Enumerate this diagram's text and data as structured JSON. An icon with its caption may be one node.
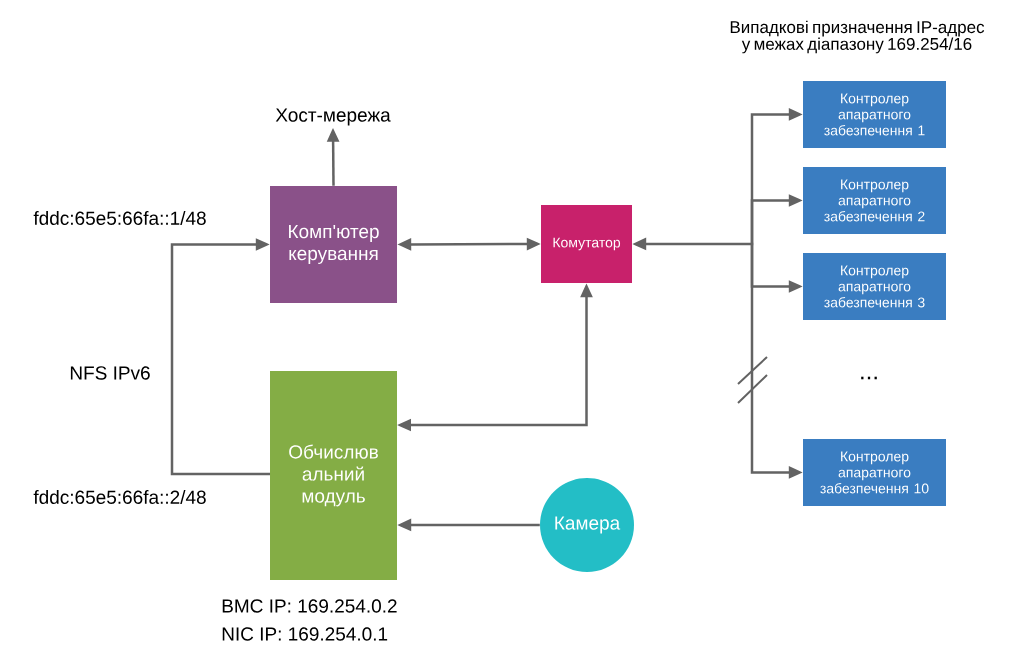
{
  "diagram": {
    "nodes": [
      {
        "text": [
          "Хост-мережа"
        ]
      },
      {
        "text": [
          "Комп'ютер керування"
        ]
      },
      {
        "text": [
          "Комутатор"
        ]
      },
      {
        "text": [
          "Обчислюв альний модуль"
        ],
        "beside": [
          "BMC IP: 169.254.0.2",
          "NIC IP: 169.254.0.1"
        ]
      },
      {
        "text": [
          "Камера"
        ]
      },
      {
        "text": [
          "Контролер апаратного забезпечення 1"
        ]
      },
      {
        "text": [
          "Контролер апаратного забезпечення 2"
        ]
      },
      {
        "text": [
          "Контролер апаратного забезпечення 3"
        ]
      },
      {
        "text": [
          "Контролер апаратного забезпечення 10"
        ]
      }
    ],
    "edges": [
      {
        "from": 1,
        "to": 0,
        "arrow": "to"
      },
      {
        "from": 3,
        "to": 1,
        "arrow": "to"
      },
      {
        "from": 1,
        "to": 2,
        "arrow": "both"
      },
      {
        "from": 3,
        "to": 2,
        "arrow": "both"
      },
      {
        "from": 4,
        "to": 3,
        "arrow": "to"
      },
      {
        "from": 2,
        "to": 5,
        "arrow": "both"
      },
      {
        "from": 2,
        "to": 6,
        "arrow": "both"
      },
      {
        "from": 2,
        "to": 7,
        "arrow": "both"
      },
      {
        "from": 2,
        "to": 8,
        "arrow": "both"
      }
    ],
    "labels": [
      "Випадкові призначення IP-адрес у межах діапазону 169.254/16",
      "fddc:65e5:66fa::1/48",
      "NFS IPv6",
      "fddc:65e5:66fa::2/48",
      "..."
    ]
  }
}
